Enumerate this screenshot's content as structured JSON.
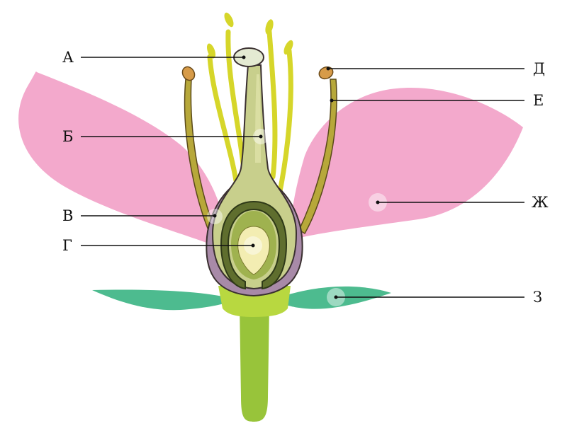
{
  "labels": {
    "a": "А",
    "b": "Б",
    "v": "В",
    "g": "Г",
    "d": "Д",
    "e": "Е",
    "zh": "Ж",
    "z": "З"
  },
  "colors": {
    "petal": "#f3a9cc",
    "sepal": "#4dbb8f",
    "stem": "#98c43a",
    "receptacle": "#b8d840",
    "filament": "#d6d62a",
    "anther": "#d79b48",
    "ovary_wall": "#a88aa8",
    "pistil": "#c8cf8c",
    "ovule": "#f3edb2"
  }
}
